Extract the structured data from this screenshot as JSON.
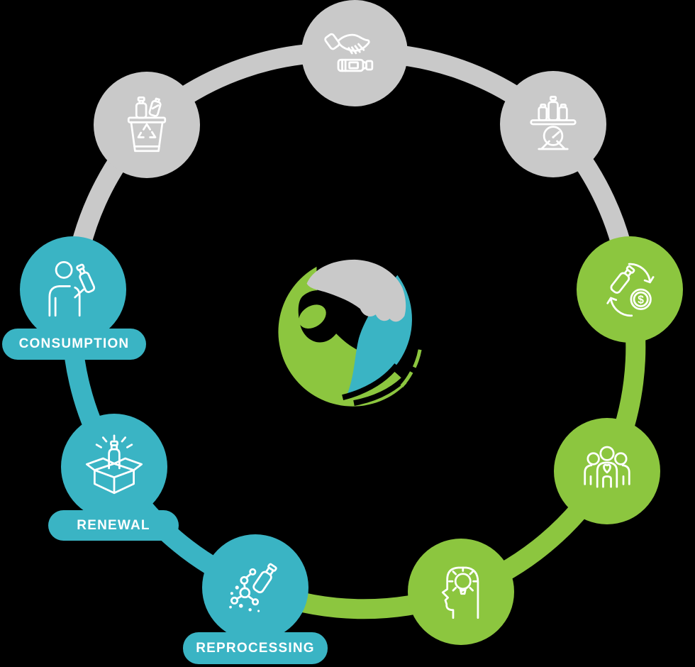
{
  "colors": {
    "background": "#000000",
    "gray": "#c9c9c9",
    "green": "#8cc63f",
    "teal": "#3ab4c4",
    "white": "#ffffff"
  },
  "diagram": {
    "stage_labels": {
      "consumption": "CONSUMPTION",
      "renewal": "RENEWAL",
      "reprocessing": "REPROCESSING"
    },
    "dollar_glyph": "$",
    "stages": [
      {
        "name": "collection-bin",
        "phase": "gray",
        "icon": "recycling-bin-icon"
      },
      {
        "name": "discard",
        "phase": "gray",
        "icon": "hand-discard-bottle-icon"
      },
      {
        "name": "weighing",
        "phase": "gray",
        "icon": "bottles-scale-icon"
      },
      {
        "name": "exchange-value",
        "phase": "green",
        "icon": "bottle-money-exchange-icon"
      },
      {
        "name": "community",
        "phase": "green",
        "icon": "community-heart-icon"
      },
      {
        "name": "awareness",
        "phase": "green",
        "icon": "head-lightbulb-icon"
      },
      {
        "name": "reprocessing",
        "phase": "teal",
        "icon": "bottle-molecules-icon",
        "label": "REPROCESSING"
      },
      {
        "name": "renewal",
        "phase": "teal",
        "icon": "bottle-box-icon",
        "label": "RENEWAL"
      },
      {
        "name": "consumption",
        "phase": "teal",
        "icon": "person-drinking-icon",
        "label": "CONSUMPTION"
      }
    ]
  }
}
